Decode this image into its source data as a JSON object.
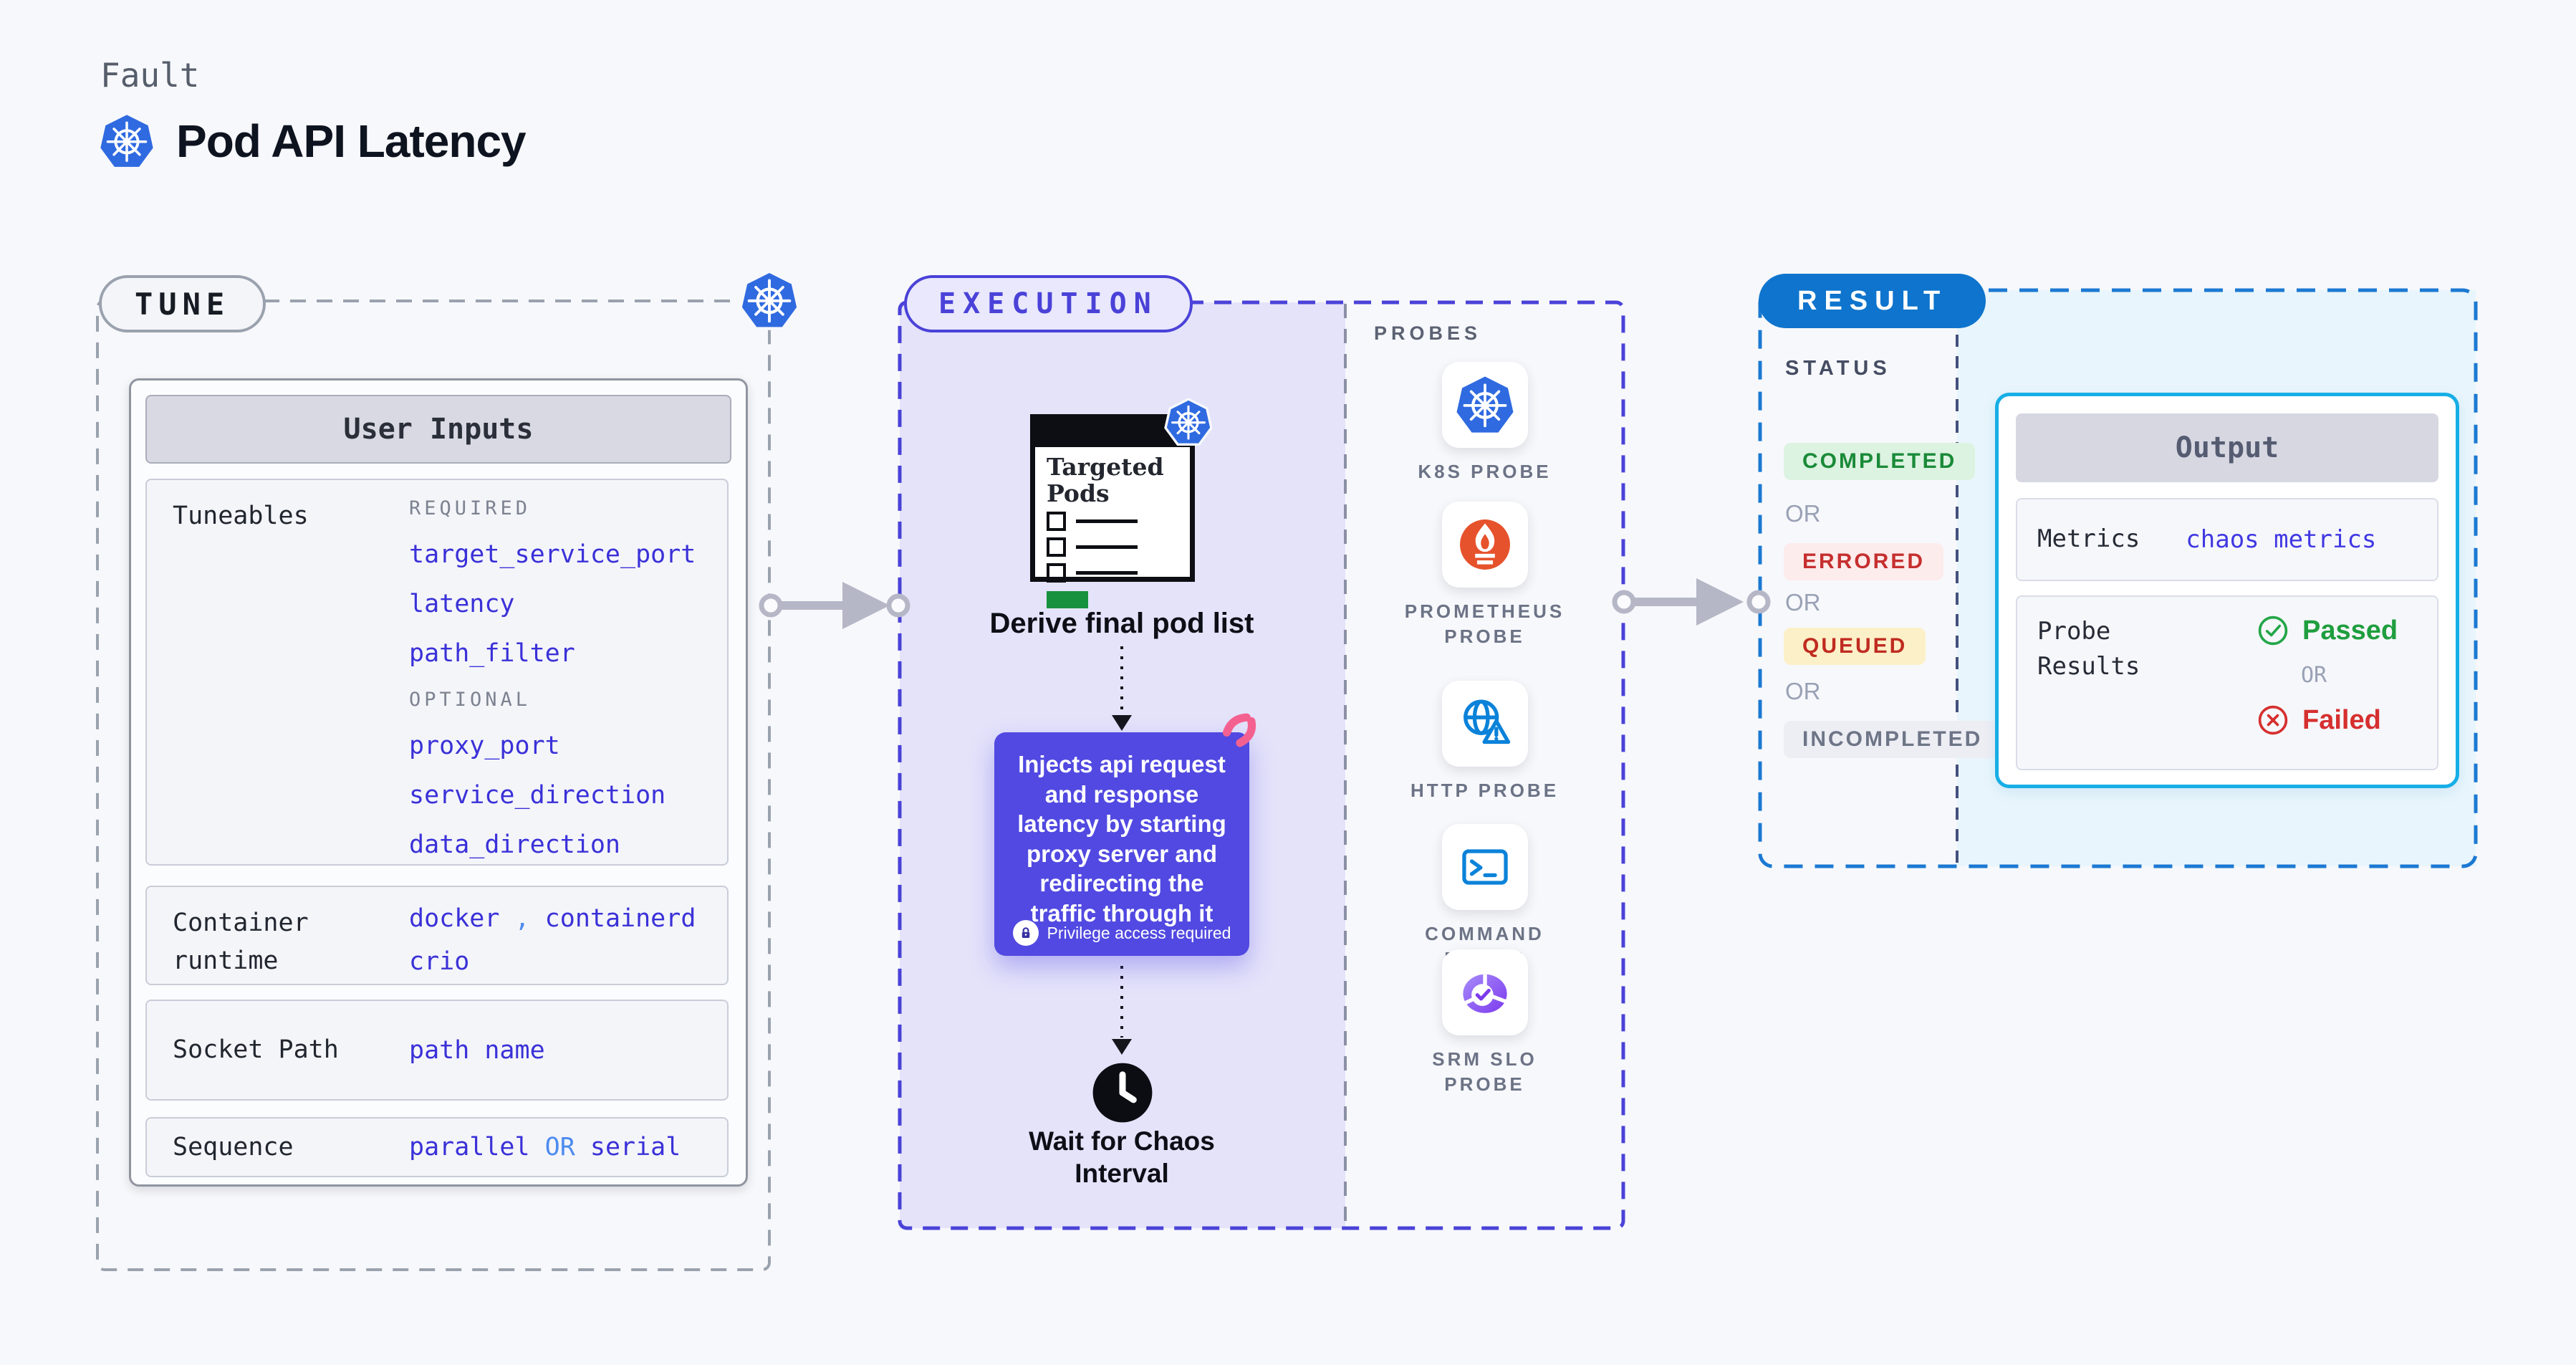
{
  "header": {
    "eyebrow": "Fault",
    "title": "Pod API Latency"
  },
  "tune": {
    "label": "TUNE",
    "table": {
      "header": "User Inputs",
      "tuneables": {
        "label": "Tuneables",
        "required_tag": "REQUIRED",
        "required": [
          "target_service_port",
          "latency",
          "path_filter"
        ],
        "optional_tag": "OPTIONAL",
        "optional": [
          "proxy_port",
          "service_direction",
          "data_direction"
        ]
      },
      "container_runtime": {
        "label": "Container runtime",
        "value_a": "docker",
        "separator": ",",
        "value_b": "containerd",
        "value_c": "crio"
      },
      "socket_path": {
        "label": "Socket Path",
        "value": "path name"
      },
      "sequence": {
        "label": "Sequence",
        "value_a": "parallel",
        "or": "OR",
        "value_b": "serial"
      }
    }
  },
  "execution": {
    "label": "EXECUTION",
    "clipboard_title": "Targeted Pods",
    "derive_step": "Derive final pod list",
    "inject_text": "Injects api request and response latency by starting proxy server and redirecting the traffic through it",
    "privilege_note": "Privilege access required",
    "wait_step": "Wait for Chaos Interval"
  },
  "probes": {
    "label": "PROBES",
    "items": [
      {
        "name": "K8S PROBE",
        "icon": "k8s-icon"
      },
      {
        "name": "PROMETHEUS PROBE",
        "icon": "prometheus-icon"
      },
      {
        "name": "HTTP PROBE",
        "icon": "http-globe-warning-icon"
      },
      {
        "name": "COMMAND PROBE",
        "icon": "terminal-icon"
      },
      {
        "name": "SRM SLO PROBE",
        "icon": "slo-pie-check-icon"
      }
    ]
  },
  "result": {
    "label": "RESULT",
    "status_label": "STATUS",
    "or": "OR",
    "statuses": [
      {
        "text": "COMPLETED",
        "fg": "#1a8a38",
        "bg": "#dcf3e1"
      },
      {
        "text": "ERRORED",
        "fg": "#c62f2f",
        "bg": "#fdecec"
      },
      {
        "text": "QUEUED",
        "fg": "#c02b20",
        "bg": "#fcf0c8"
      },
      {
        "text": "INCOMPLETED",
        "fg": "#6e7587",
        "bg": "#edeef4"
      }
    ],
    "output": {
      "header": "Output",
      "metrics_label": "Metrics",
      "metrics_value": "chaos metrics",
      "probe_results_label": "Probe Results",
      "passed": "Passed",
      "or": "OR",
      "failed": "Failed"
    }
  },
  "colors": {
    "background": "#f7f8fb",
    "indigo_accent": "#4a42d8",
    "indigo_fill": "#e4e3fa",
    "purple_box": "#5149e1",
    "value_blue": "#3a31d8",
    "light_blue_keyword": "#4d8bf0",
    "result_blue": "#0e74cd",
    "result_dash": "#1b79d2",
    "cyan_border": "#17aee6",
    "cyan_fill": "#e8f5fc",
    "k8s_blue": "#2f6ae0",
    "prometheus_orange": "#e6522c",
    "passed_green": "#1f9e3e",
    "failed_red": "#d62f2f",
    "chaos_pink": "#f46190",
    "arrow_gray": "#b5b7c7"
  }
}
